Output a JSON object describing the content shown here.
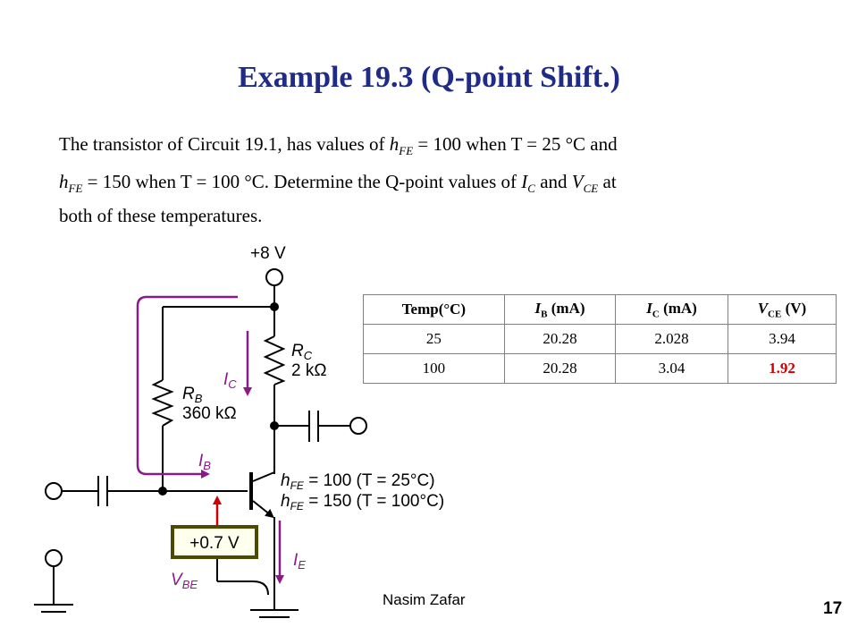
{
  "title": "Example 19.3 (Q-point Shift.)",
  "paragraph": {
    "l1a": "The transistor of Circuit 19.1, has values of ",
    "l1b": " = 100 when T = 25 °C and",
    "l2b": " = 150 when T = 100 °C.  Determine the Q-point values of ",
    "l2c": " and ",
    "l2d": " at",
    "l3": "both of these temperatures.",
    "h": "h",
    "fe": "FE",
    "i": "I",
    "c": "C",
    "v": "V",
    "ce": "CE"
  },
  "table": {
    "headers": [
      {
        "main": "Temp(°C)",
        "sub": "",
        "tail": ""
      },
      {
        "main": "I",
        "sub": "B",
        "tail": " (mA)"
      },
      {
        "main": "I",
        "sub": "C",
        "tail": " (mA)"
      },
      {
        "main": "V",
        "sub": "CE",
        "tail": " (V)"
      }
    ],
    "rows": [
      [
        "25",
        "20.28",
        "2.028",
        "3.94"
      ],
      [
        "100",
        "20.28",
        "3.04",
        "1.92"
      ]
    ]
  },
  "circuit": {
    "supply": "+8 V",
    "rc_main": "R",
    "rc_sub": "C",
    "rc_value": "2 kΩ",
    "rb_main": "R",
    "rb_sub": "B",
    "rb_value": "360 kΩ",
    "ic_main": "I",
    "ic_sub": "C",
    "ib_main": "I",
    "ib_sub": "B",
    "ie_main": "I",
    "ie_sub": "E",
    "vbe_main": "V",
    "vbe_sub": "BE",
    "vbe_value": "+0.7 V",
    "h": "h",
    "fe": "FE",
    "hfe1": " = 100 (T = 25°C)",
    "hfe2": " = 150 (T = 100°C)",
    "arrow_color": "#8b1a89",
    "vbe_arrow_color": "#cc0000",
    "box_border": "#4a4a00",
    "box_fill": "#ffffee"
  },
  "footer": "Nasim Zafar",
  "page_number": "17"
}
